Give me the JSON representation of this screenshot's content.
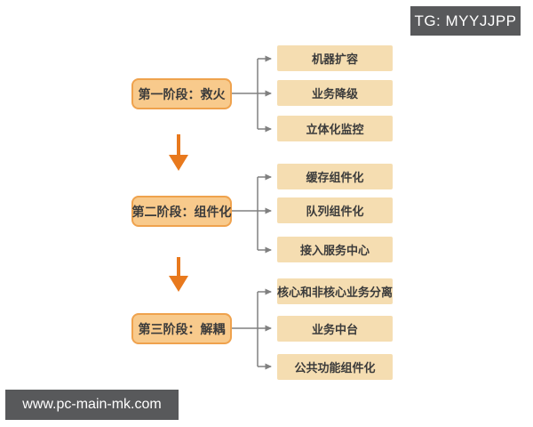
{
  "watermarks": {
    "tg_badge": "TG: MYYJJPP",
    "site_url": "www.pc-main-mk.com"
  },
  "colors": {
    "stage_fill": "#F8CA8C",
    "stage_border": "#EFA24D",
    "item_fill": "#F5DDB1",
    "connector": "#808080",
    "arrow": "#E8791D",
    "banner_bg": "#58595B",
    "text": "#3B3B3B"
  },
  "flowchart": {
    "stages": [
      {
        "label": "第一阶段：救火",
        "items": [
          "机器扩容",
          "业务降级",
          "立体化监控"
        ]
      },
      {
        "label": "第二阶段：组件化",
        "items": [
          "缓存组件化",
          "队列组件化",
          "接入服务中心"
        ]
      },
      {
        "label": "第三阶段：解耦",
        "items": [
          "核心和非核心业务分离",
          "业务中台",
          "公共功能组件化"
        ]
      }
    ]
  }
}
